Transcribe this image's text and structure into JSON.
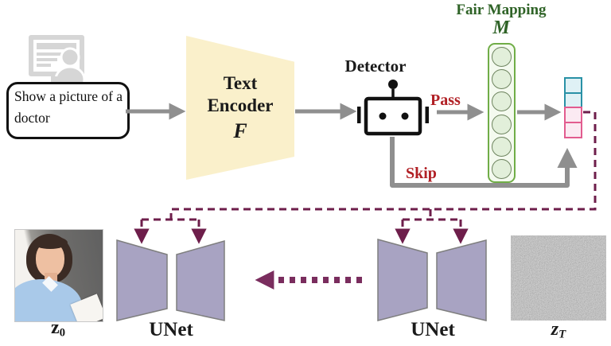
{
  "colors": {
    "accent-red": "#b12025",
    "dark-green": "#2f6327",
    "dash-maroon": "#6e1e4b",
    "dot-purple": "#7a2d5e",
    "encoder-fill": "#faf0cb",
    "fair-border": "#70ad47",
    "fair-fill": "#f4faef",
    "circle-border": "#6f8560",
    "circle-fill": "#e2efda",
    "cyan-border": "#2991a6",
    "cyan-fill": "#dff1f5",
    "pink-border": "#e25c8f",
    "pink-fill": "#fbeaf2",
    "unet-fill": "#a8a3c2",
    "unet-stroke": "#7f7f7f",
    "arrow-gray": "#8f8f8f",
    "icon-gray": "#d6d6d6"
  },
  "prompt": {
    "text": "Show a picture of a doctor"
  },
  "text_encoder": {
    "label": "Text Encoder",
    "symbol": "F"
  },
  "detector": {
    "label": "Detector"
  },
  "routes": {
    "pass_label": "Pass",
    "skip_label": "Skip"
  },
  "fair_mapping": {
    "label": "Fair Mapping",
    "symbol": "M",
    "num_units": 6
  },
  "embedding": {
    "pass_cells": 2,
    "skip_cells": 2
  },
  "unets": {
    "left": {
      "label": "UNet"
    },
    "right": {
      "label": "UNet"
    }
  },
  "latents": {
    "z0": {
      "base": "z",
      "sub": "0",
      "image_alt": "generated photo of a woman (doctor)"
    },
    "zT": {
      "base": "z",
      "sub": "T",
      "image_alt": "random gaussian noise"
    }
  }
}
